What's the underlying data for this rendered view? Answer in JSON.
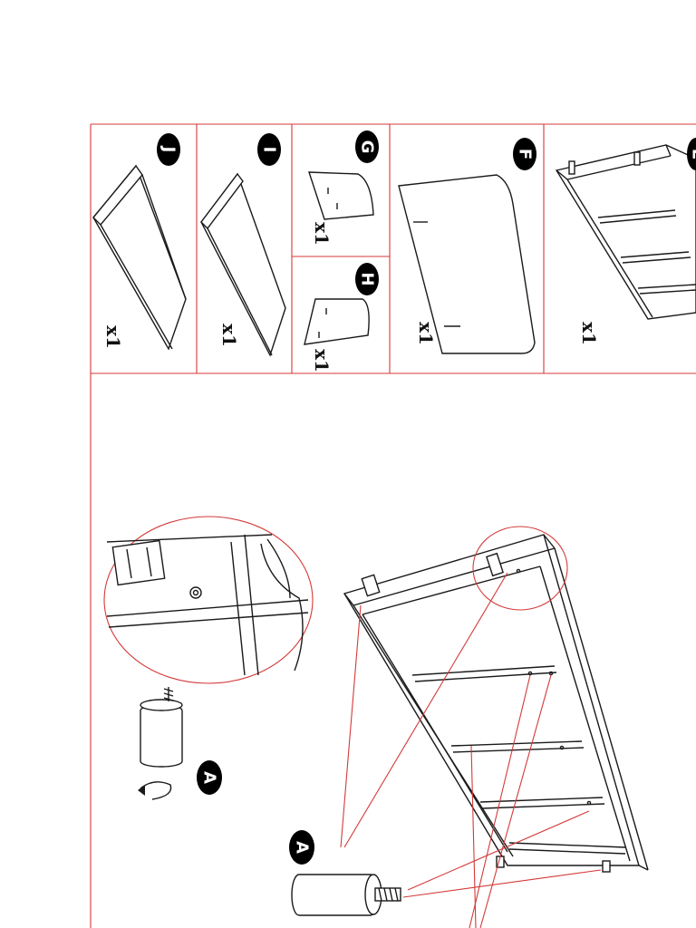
{
  "parts": [
    {
      "id": "J",
      "qty": "x1"
    },
    {
      "id": "I",
      "qty": "x1"
    },
    {
      "id": "G",
      "qty": "x1"
    },
    {
      "id": "H",
      "qty": "x1"
    },
    {
      "id": "F",
      "qty": "x1"
    },
    {
      "id": "E",
      "qty": "x1"
    }
  ],
  "assembly": {
    "callout_leg_label": "A",
    "callout_leg_label_2": "A"
  },
  "colors": {
    "frame_line": "#d43a3a",
    "ink": "#1a1a1a",
    "badge": "#000000"
  }
}
